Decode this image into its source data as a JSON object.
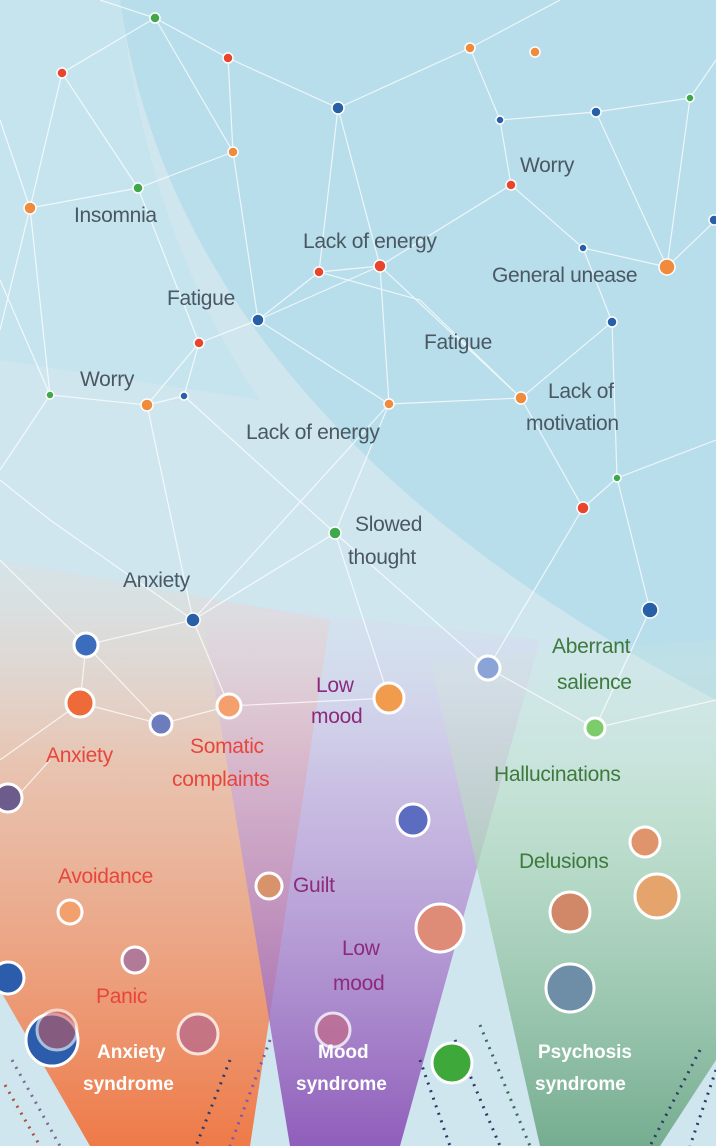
{
  "colors": {
    "background": "#cfe6ef",
    "net_line": "#ffffff",
    "label_gray": "#4a5862",
    "label_red": "#e8453c",
    "label_purple": "#8c2a7c",
    "label_green": "#3d7a3c",
    "node_orange": "#f08a3c",
    "node_red": "#e8452c",
    "node_blue": "#2860a8",
    "node_green": "#3ea84a"
  },
  "network_labels": [
    {
      "text": "Insomnia"
    },
    {
      "text": "Lack of energy"
    },
    {
      "text": "Worry"
    },
    {
      "text": "General unease"
    },
    {
      "text": "Fatigue"
    },
    {
      "text": "Fatigue"
    },
    {
      "text": "Worry"
    },
    {
      "text": "Lack of energy"
    },
    {
      "text": "Lack of"
    },
    {
      "text": "motivation"
    },
    {
      "text": "Slowed"
    },
    {
      "text": "thought"
    },
    {
      "text": "Anxiety"
    }
  ],
  "syndromes": [
    {
      "title_line1": "Anxiety",
      "title_line2": "syndrome",
      "symptoms": [
        "Anxiety",
        "Somatic",
        "complaints",
        "Avoidance",
        "Panic"
      ]
    },
    {
      "title_line1": "Mood",
      "title_line2": "syndrome",
      "symptoms": [
        "Low",
        "mood",
        "Guilt",
        "Low",
        "mood"
      ]
    },
    {
      "title_line1": "Psychosis",
      "title_line2": "syndrome",
      "symptoms": [
        "Aberrant",
        "salience",
        "Hallucinations",
        "Delusions"
      ]
    }
  ]
}
